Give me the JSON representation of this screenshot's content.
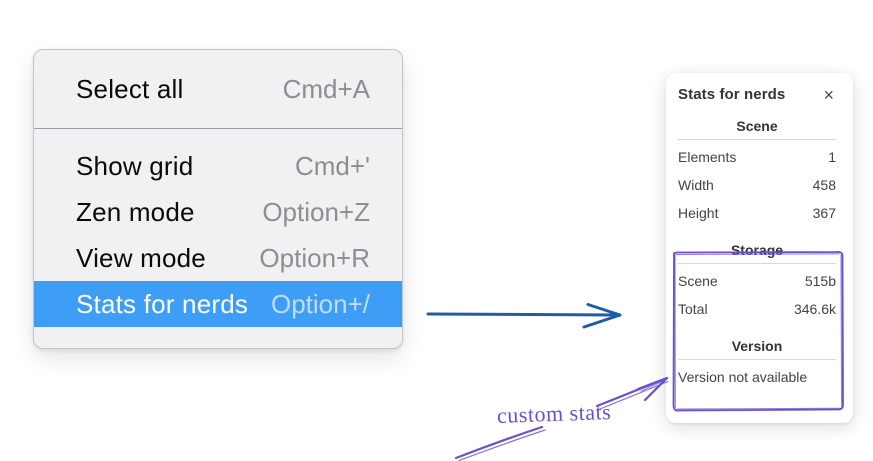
{
  "menu": {
    "sections": [
      {
        "items": [
          {
            "label": "Select all",
            "shortcut": "Cmd+A"
          }
        ]
      },
      {
        "items": [
          {
            "label": "Show grid",
            "shortcut": "Cmd+'"
          },
          {
            "label": "Zen mode",
            "shortcut": "Option+Z"
          },
          {
            "label": "View mode",
            "shortcut": "Option+R"
          },
          {
            "label": "Stats for nerds",
            "shortcut": "Option+/",
            "highlighted": true
          }
        ]
      }
    ]
  },
  "stats_panel": {
    "title": "Stats for nerds",
    "close_icon": "×",
    "sections": [
      {
        "heading": "Scene",
        "rows": [
          [
            "Elements",
            "1"
          ],
          [
            "Width",
            "458"
          ],
          [
            "Height",
            "367"
          ]
        ]
      },
      {
        "heading": "Storage",
        "rows": [
          [
            "Scene",
            "515b"
          ],
          [
            "Total",
            "346.6k"
          ]
        ]
      },
      {
        "heading": "Version",
        "rows": [
          [
            "Version not available",
            ""
          ]
        ]
      }
    ]
  },
  "annotation": {
    "label": "custom stats"
  },
  "colors": {
    "menu_highlight": "#3e9ef5",
    "flow_arrow_blue": "#1e5ca8",
    "annotation_purple": "#6b4fd0",
    "menu_background": "#f0f1f2"
  }
}
